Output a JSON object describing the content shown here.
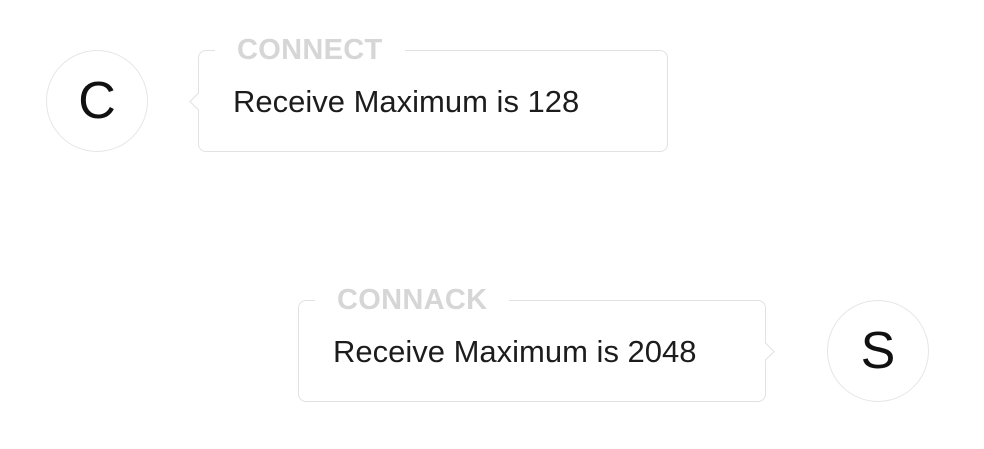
{
  "client": {
    "avatar_label": "C",
    "message": {
      "title": "CONNECT",
      "text": "Receive Maximum is 128"
    }
  },
  "server": {
    "avatar_label": "S",
    "message": {
      "title": "CONNACK",
      "text": "Receive Maximum is 2048"
    }
  },
  "colors": {
    "border": "#e2e2e2",
    "title": "#d6d6d6",
    "text": "#1c1c1c"
  }
}
